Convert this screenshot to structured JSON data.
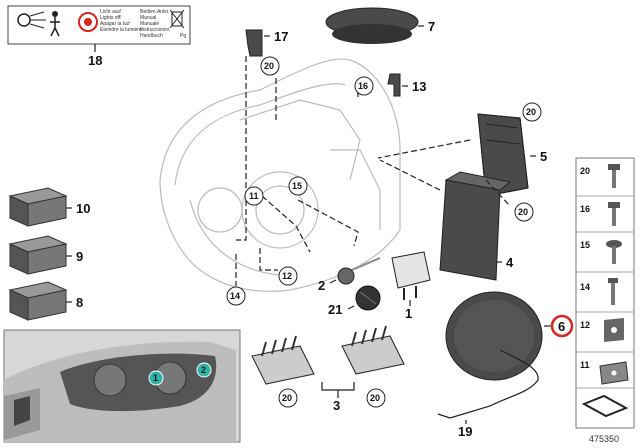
{
  "diagram": {
    "document_id": "475350",
    "warning_label": {
      "texts": [
        "Licht aus!",
        "Lights off!",
        "Apagar la luz!",
        "Eteindre la lumière!",
        "Bedien.Anlei.",
        "Manual",
        "Manuale",
        "Instrucciones",
        "Handbuch",
        "Pg"
      ]
    },
    "labels": [
      {
        "id": "l18",
        "text": "18"
      },
      {
        "id": "l17",
        "text": "17"
      },
      {
        "id": "l7",
        "text": "7"
      },
      {
        "id": "l13",
        "text": "13"
      },
      {
        "id": "l5",
        "text": "5"
      },
      {
        "id": "l4",
        "text": "4"
      },
      {
        "id": "l10",
        "text": "10"
      },
      {
        "id": "l9",
        "text": "9"
      },
      {
        "id": "l8",
        "text": "8"
      },
      {
        "id": "l1",
        "text": "1"
      },
      {
        "id": "l2",
        "text": "2"
      },
      {
        "id": "l21",
        "text": "21"
      },
      {
        "id": "l3",
        "text": "3"
      },
      {
        "id": "l19",
        "text": "19"
      },
      {
        "id": "l6",
        "text": "6"
      }
    ],
    "circle_labels": [
      {
        "id": "c20a",
        "text": "20"
      },
      {
        "id": "c16",
        "text": "16"
      },
      {
        "id": "c20b",
        "text": "20"
      },
      {
        "id": "c11",
        "text": "11"
      },
      {
        "id": "c15",
        "text": "15"
      },
      {
        "id": "c20c",
        "text": "20"
      },
      {
        "id": "c12",
        "text": "12"
      },
      {
        "id": "c14",
        "text": "14"
      },
      {
        "id": "c20d",
        "text": "20"
      },
      {
        "id": "c20e",
        "text": "20"
      }
    ],
    "inset_markers": [
      {
        "id": "m1",
        "text": "1"
      },
      {
        "id": "m2",
        "text": "2"
      }
    ],
    "fastener_panel": [
      {
        "id": "f20",
        "text": "20"
      },
      {
        "id": "f16",
        "text": "16"
      },
      {
        "id": "f15",
        "text": "15"
      },
      {
        "id": "f14",
        "text": "14"
      },
      {
        "id": "f12",
        "text": "12"
      },
      {
        "id": "f11",
        "text": "11"
      }
    ],
    "colors": {
      "part": "#4a4a4a",
      "ghost": "#bbbbbb",
      "highlight": "#d9251d",
      "inset_marker": "#2bb3a8",
      "warning_red": "#d9251d"
    }
  }
}
